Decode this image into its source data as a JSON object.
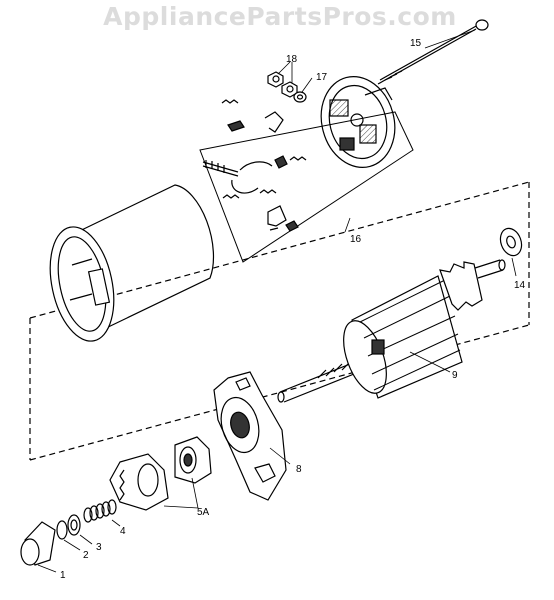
{
  "watermark": "AppliancePartsPros.com",
  "callouts": {
    "c1": "1",
    "c2": "2",
    "c3": "3",
    "c4": "4",
    "c5a": "5A",
    "c8": "8",
    "c9": "9",
    "c14": "14",
    "c15": "15",
    "c16": "16",
    "c17": "17",
    "c18": "18"
  }
}
